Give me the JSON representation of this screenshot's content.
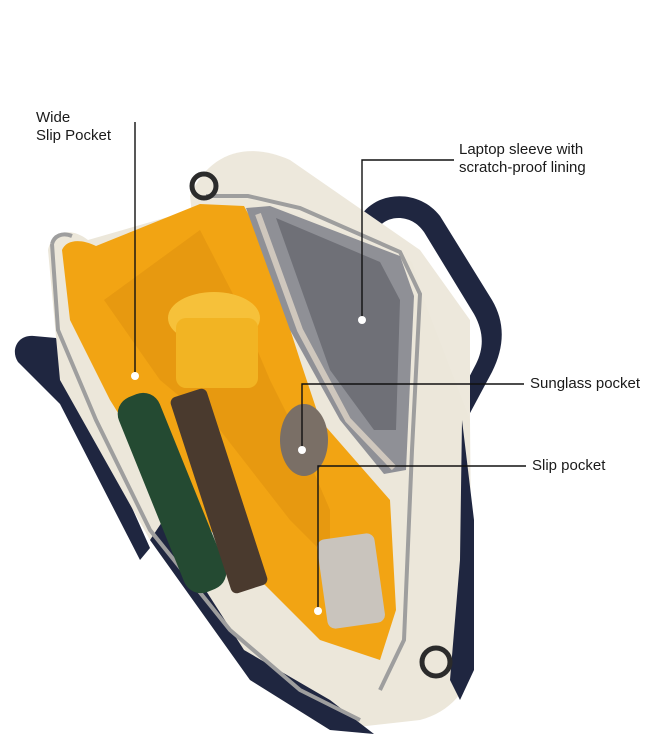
{
  "callouts": {
    "wide_slip_pocket": "Wide\nSlip Pocket",
    "laptop_sleeve": "Laptop sleeve with\nscratch-proof lining",
    "sunglass_pocket": "Sunglass pocket",
    "slip_pocket": "Slip pocket"
  },
  "colors": {
    "background": "#ffffff",
    "bag_shell": "#ede8dc",
    "lining": "#f2a413",
    "trim": "#1f2640",
    "zipper": "#b7b7b7",
    "laptop": "#9a9aa0",
    "annotation_line": "#111111"
  }
}
